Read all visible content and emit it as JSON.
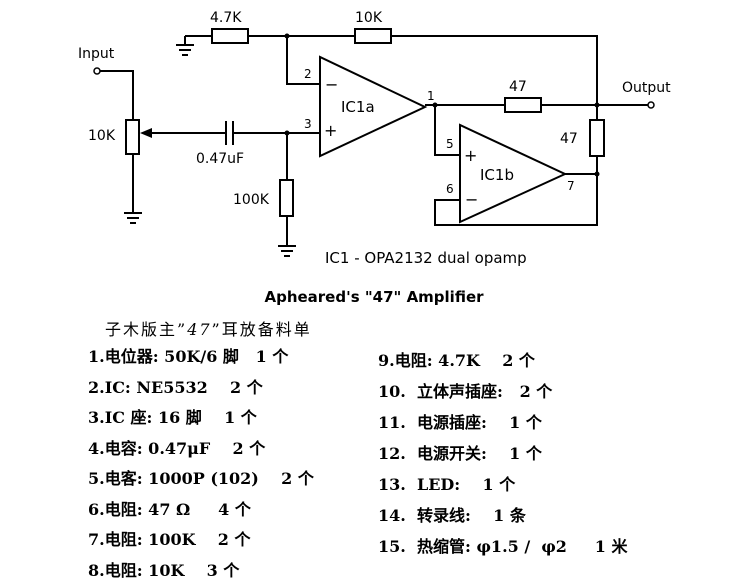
{
  "schematic": {
    "labels": {
      "input": "Input",
      "output": "Output",
      "pot": "10K",
      "r1": "4.7K",
      "r2": "10K",
      "r3": "47",
      "r4": "47",
      "r5": "100K",
      "cap": "0.47uF",
      "ic1a": "IC1a",
      "ic1b": "IC1b",
      "pin1": "1",
      "pin2": "2",
      "pin3": "3",
      "pin5": "5",
      "pin6": "6",
      "pin7": "7",
      "minus": "−",
      "plus": "+",
      "ic_note": "IC1  -  OPA2132 dual opamp"
    }
  },
  "title": "Apheared's \"47\" Amplifier",
  "subtitle": {
    "prefix": "子木版主”",
    "model": "47",
    "suffix": "”耳放备料单"
  },
  "parts_left": [
    "1.电位器: 50K/6 脚   1 个",
    "2.IC: NE5532    2 个",
    "3.IC 座: 16 脚    1 个",
    "4.电容: 0.47μF    2 个",
    "5.电客: 1000P (102)    2 个",
    "6.电阻: 47 Ω     4 个",
    "7.电阻: 100K    2 个",
    "8.电阻: 10K    3 个"
  ],
  "parts_right": [
    "9.电阻: 4.7K    2 个",
    "10.  立体声插座:   2 个",
    "11.  电源插座:    1 个",
    "12.  电源开关:    1 个",
    "13.  LED:    1 个",
    "14.  转录线:    1 条",
    "15.  热缩管: φ1.5 /  φ2     1 米"
  ]
}
